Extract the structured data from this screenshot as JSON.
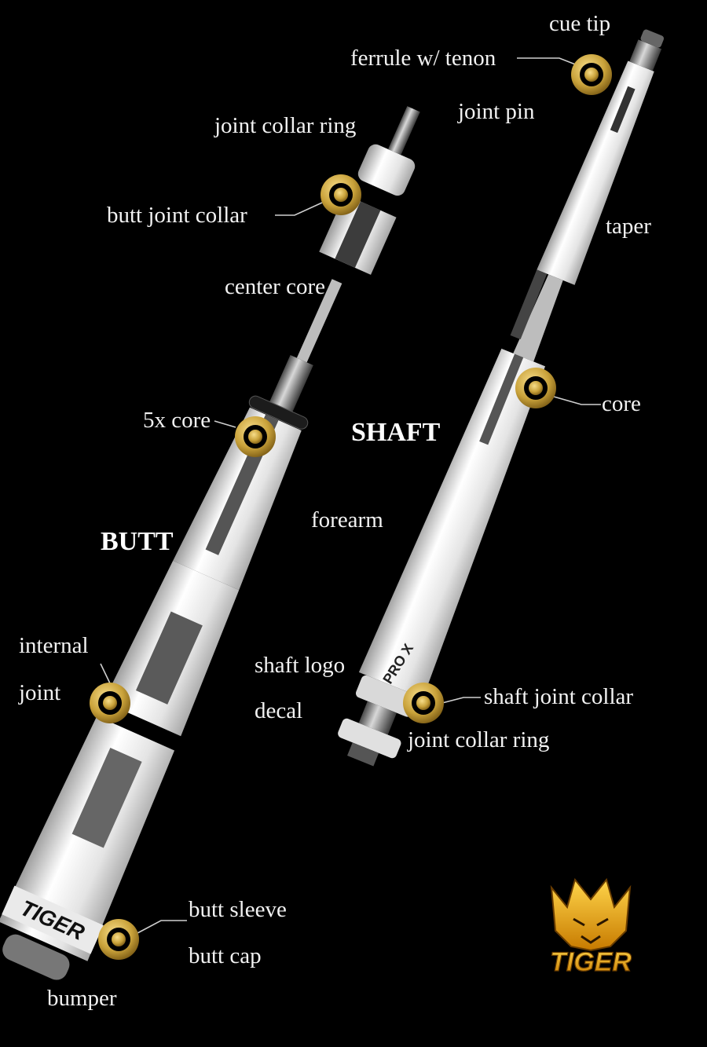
{
  "colors": {
    "background": "#000000",
    "label": "#f2f2f2",
    "marker_gold": "#c9a23a",
    "cue_white": "#efefef",
    "logo_gold": "#e6b422"
  },
  "sections": {
    "butt": "BUTT",
    "shaft": "SHAFT"
  },
  "labels": {
    "cue_tip": "cue tip",
    "ferrule": "ferrule w/ tenon",
    "joint_collar_ring_top": "joint collar ring",
    "joint_pin": "joint pin",
    "butt_joint_collar": "butt joint collar",
    "taper": "taper",
    "center_core": "center core",
    "core": "core",
    "five_x_core": "5x core",
    "forearm": "forearm",
    "internal": "internal",
    "joint": "joint",
    "shaft_logo": "shaft logo",
    "decal": "decal",
    "shaft_joint_collar": "shaft joint collar",
    "joint_collar_ring_bottom": "joint collar ring",
    "butt_sleeve": "butt sleeve",
    "butt_cap": "butt cap",
    "bumper": "bumper"
  },
  "brand": {
    "logo_text": "TIGER",
    "butt_decal_text": "TIGER",
    "shaft_decal_text": "PRO X"
  },
  "icons": {
    "marker": "gold-ring-marker-icon",
    "logo": "tiger-head-logo-icon"
  }
}
